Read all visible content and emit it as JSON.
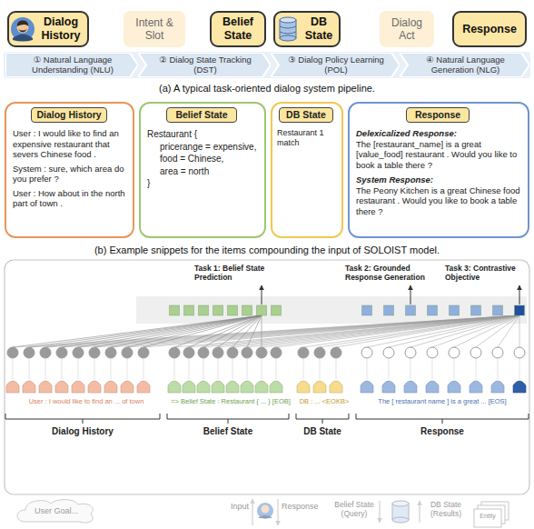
{
  "diagram": {
    "nodes": [
      {
        "text": [
          "Dialog History"
        ]
      },
      {
        "text": [
          "Intent & Slot"
        ]
      },
      {
        "text": [
          "Belief State"
        ]
      },
      {
        "text": [
          "DB State"
        ]
      },
      {
        "text": [
          "Dialog Act"
        ]
      },
      {
        "text": [
          "Response"
        ]
      },
      {
        "text": [
          "① Natural Language Understanding (NLU)"
        ]
      },
      {
        "text": [
          "② Dialog State Tracking (DST)"
        ]
      },
      {
        "text": [
          "③ Dialog Policy Learning (POL)"
        ]
      },
      {
        "text": [
          "④ Natural Language Generation (NLG)"
        ]
      },
      {
        "text": [
          "User : I would like to find an expensive restaurant that severs Chinese food .",
          "System : sure, which area do you prefer ?",
          "User : How about in the north part of town ."
        ]
      },
      {
        "text": [
          "Dialog History"
        ],
        "in": 10
      },
      {
        "text": [
          "Restaurant {",
          "pricerange = expensive,",
          "food = Chinese,",
          "area = north",
          "}"
        ]
      },
      {
        "text": [
          "Belief State"
        ],
        "in": 12
      },
      {
        "text": [
          "Restaurant 1 match"
        ]
      },
      {
        "text": [
          "DB State"
        ],
        "in": 14
      },
      {
        "text": [
          "Delexicalized Response:",
          "The [restaurant_name] is a great [value_food] restaurant . Would you like to book a table there ?",
          "System Response:",
          "The Peony Kitchen is a great Chinese food restaurant . Would you like to book a table there ?"
        ]
      },
      {
        "text": [
          "Response"
        ],
        "in": 16
      },
      {
        "text": [
          "User Goal..."
        ]
      }
    ],
    "labels": [
      "(a) A typical task-oriented dialog system pipeline.",
      "(b) Example snippets for the items compounding the input of SOLOIST model.",
      "Task 1: Belief State Prediction",
      "Task 2: Grounded Response Generation",
      "Task 3: Contrastive Objective",
      "User : I would like to find an ... of town",
      "=> Belief State : Restaurant { ... } [EOB]",
      "DB : ... <EOKB>",
      "The [ restaurant name ] is a great ... [EOS]",
      "Dialog History",
      "Belief State",
      "DB State",
      "Response",
      "Input",
      "Response",
      "Belief State (Query)",
      "DB State (Results)",
      "Entity"
    ]
  }
}
